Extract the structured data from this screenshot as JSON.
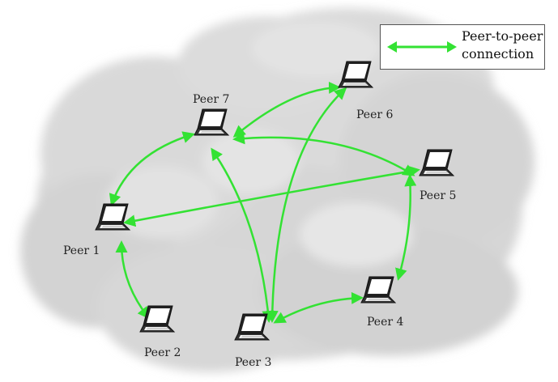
{
  "legend": {
    "line1": "Peer-to-peer",
    "line2": "connection"
  },
  "peers": [
    {
      "id": "p1",
      "label": "Peer 1"
    },
    {
      "id": "p2",
      "label": "Peer 2"
    },
    {
      "id": "p3",
      "label": "Peer 3"
    },
    {
      "id": "p4",
      "label": "Peer 4"
    },
    {
      "id": "p5",
      "label": "Peer 5"
    },
    {
      "id": "p6",
      "label": "Peer 6"
    },
    {
      "id": "p7",
      "label": "Peer 7"
    }
  ],
  "connections": [
    [
      "p1",
      "p7"
    ],
    [
      "p1",
      "p5"
    ],
    [
      "p1",
      "p2"
    ],
    [
      "p7",
      "p6"
    ],
    [
      "p7",
      "p5"
    ],
    [
      "p7",
      "p3"
    ],
    [
      "p6",
      "p3"
    ],
    [
      "p5",
      "p4"
    ],
    [
      "p3",
      "p4"
    ]
  ],
  "colors": {
    "connection": "#33e233",
    "cloud": "#d4d4d4",
    "cloud_light": "#e6e6e6"
  },
  "icons": {
    "peer": "laptop-icon",
    "background": "cloud-icon",
    "connection": "double-arrow-icon"
  }
}
